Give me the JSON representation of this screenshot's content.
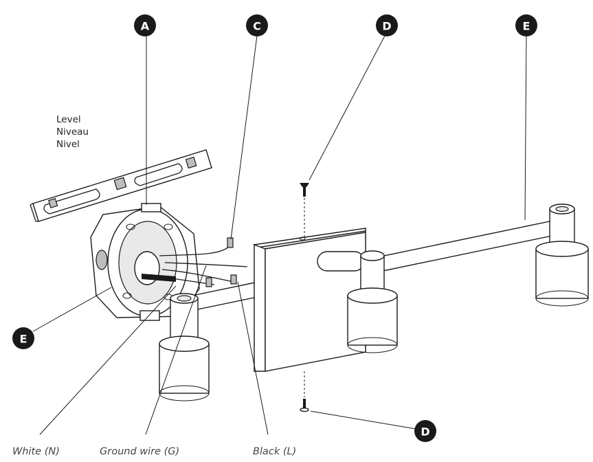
{
  "callouts": {
    "A": "A",
    "C": "C",
    "D_top": "D",
    "E_top": "E",
    "E_left": "E",
    "D_bottom": "D"
  },
  "level_label": [
    "Level",
    "Niveau",
    "Nivel"
  ],
  "wire_labels": {
    "white": "White (N)",
    "ground": "Ground wire (G)",
    "black": "Black (L)"
  },
  "colors": {
    "callout_fill": "#1a1a1a",
    "line": "#1a1a1a",
    "label_text": "#444444"
  }
}
